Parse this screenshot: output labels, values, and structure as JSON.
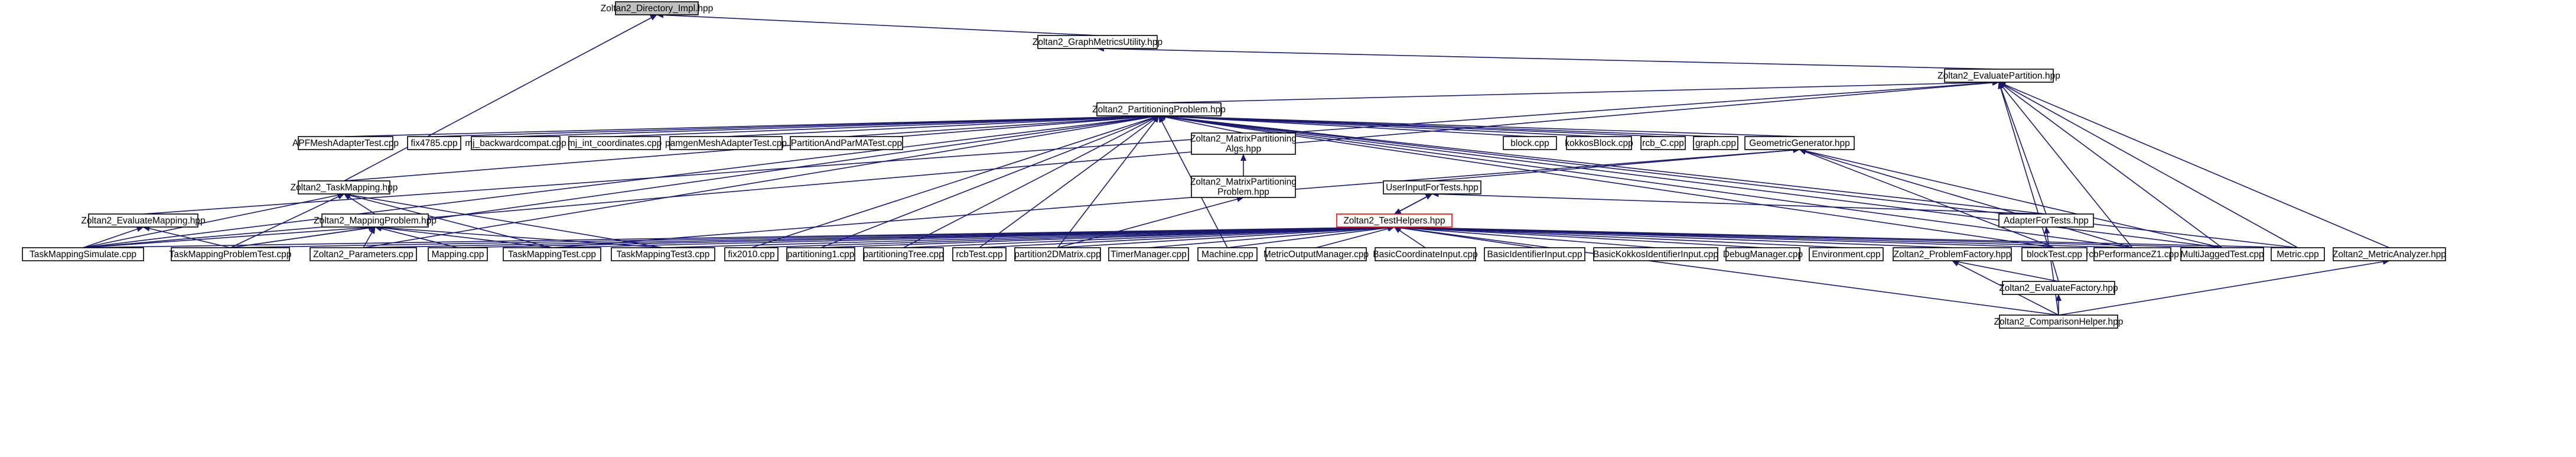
{
  "graph": {
    "edge_color": "#191970",
    "root_fill": "#bfbfbf",
    "nodes": [
      {
        "id": "root",
        "label": "Zoltan2_Directory_Impl.hpp",
        "style": "root"
      },
      {
        "id": "gmu",
        "label": "Zoltan2_GraphMetricsUtility.hpp"
      },
      {
        "id": "ep",
        "label": "Zoltan2_EvaluatePartition.hpp"
      },
      {
        "id": "pp",
        "label": "Zoltan2_PartitioningProblem.hpp"
      },
      {
        "id": "apf",
        "label": "APFMeshAdapterTest.cpp"
      },
      {
        "id": "fix",
        "label": "fix4785.cpp"
      },
      {
        "id": "mjb",
        "label": "mj_backwardcompat.cpp"
      },
      {
        "id": "mji",
        "label": "mj_int_coordinates.cpp"
      },
      {
        "id": "pam",
        "label": "pamgenMeshAdapterTest.cpp"
      },
      {
        "id": "pap",
        "label": "PartitionAndParMATest.cpp"
      },
      {
        "id": "mpa",
        "label": "Zoltan2_MatrixPartitioning Algs.hpp"
      },
      {
        "id": "blk",
        "label": "block.cpp"
      },
      {
        "id": "kb",
        "label": "kokkosBlock.cpp"
      },
      {
        "id": "rcbc",
        "label": "rcb_C.cpp"
      },
      {
        "id": "grp",
        "label": "graph.cpp"
      },
      {
        "id": "gg",
        "label": "GeometricGenerator.hpp"
      },
      {
        "id": "mpp",
        "label": "Zoltan2_MatrixPartitioning Problem.hpp"
      },
      {
        "id": "tm",
        "label": "Zoltan2_TaskMapping.hpp"
      },
      {
        "id": "uit",
        "label": "UserInputForTests.hpp"
      },
      {
        "id": "aft",
        "label": "AdapterForTests.hpp"
      },
      {
        "id": "em",
        "label": "Zoltan2_EvaluateMapping.hpp"
      },
      {
        "id": "mp",
        "label": "Zoltan2_MappingProblem.hpp"
      },
      {
        "id": "th",
        "label": "Zoltan2_TestHelpers.hpp",
        "style": "red"
      },
      {
        "id": "tms",
        "label": "TaskMappingSimulate.cpp"
      },
      {
        "id": "tmpt",
        "label": "TaskMappingProblemTest.cpp"
      },
      {
        "id": "par",
        "label": "Zoltan2_Parameters.cpp"
      },
      {
        "id": "map",
        "label": "Mapping.cpp"
      },
      {
        "id": "tmt",
        "label": "TaskMappingTest.cpp"
      },
      {
        "id": "tmt3",
        "label": "TaskMappingTest3.cpp"
      },
      {
        "id": "f2010",
        "label": "fix2010.cpp"
      },
      {
        "id": "p1",
        "label": "partitioning1.cpp"
      },
      {
        "id": "ptree",
        "label": "partitioningTree.cpp"
      },
      {
        "id": "rcbt",
        "label": "rcbTest.cpp"
      },
      {
        "id": "p2d",
        "label": "partition2DMatrix.cpp"
      },
      {
        "id": "tmgr",
        "label": "TimerManager.cpp"
      },
      {
        "id": "mach",
        "label": "Machine.cpp"
      },
      {
        "id": "mom",
        "label": "MetricOutputManager.cpp"
      },
      {
        "id": "bci",
        "label": "BasicCoordinateInput.cpp"
      },
      {
        "id": "bii",
        "label": "BasicIdentifierInput.cpp"
      },
      {
        "id": "bkii",
        "label": "BasicKokkosIdentifierInput.cpp"
      },
      {
        "id": "dm",
        "label": "DebugManager.cpp"
      },
      {
        "id": "env",
        "label": "Environment.cpp"
      },
      {
        "id": "pf",
        "label": "Zoltan2_ProblemFactory.hpp"
      },
      {
        "id": "blkt",
        "label": "blockTest.cpp"
      },
      {
        "id": "rcbp",
        "label": "rcbPerformanceZ1.cpp"
      },
      {
        "id": "mjt",
        "label": "MultiJaggedTest.cpp"
      },
      {
        "id": "met",
        "label": "Metric.cpp"
      },
      {
        "id": "ma",
        "label": "Zoltan2_MetricAnalyzer.hpp"
      },
      {
        "id": "ef",
        "label": "Zoltan2_EvaluateFactory.hpp"
      },
      {
        "id": "ch",
        "label": "Zoltan2_ComparisonHelper.hpp"
      }
    ],
    "edges": [
      [
        "gmu",
        "root"
      ],
      [
        "tm",
        "root"
      ],
      [
        "ep",
        "gmu"
      ],
      [
        "pp",
        "ep"
      ],
      [
        "em",
        "ep"
      ],
      [
        "tms",
        "ep"
      ],
      [
        "aft",
        "ep"
      ],
      [
        "mjt",
        "ep"
      ],
      [
        "met",
        "ep"
      ],
      [
        "ma",
        "ep"
      ],
      [
        "rcbp",
        "ep"
      ],
      [
        "ef",
        "ep"
      ],
      [
        "apf",
        "pp"
      ],
      [
        "fix",
        "pp"
      ],
      [
        "mjb",
        "pp"
      ],
      [
        "mji",
        "pp"
      ],
      [
        "pam",
        "pp"
      ],
      [
        "pap",
        "pp"
      ],
      [
        "mpa",
        "pp"
      ],
      [
        "blk",
        "pp"
      ],
      [
        "kb",
        "pp"
      ],
      [
        "rcbc",
        "pp"
      ],
      [
        "grp",
        "pp"
      ],
      [
        "gg",
        "pp"
      ],
      [
        "tm",
        "pp"
      ],
      [
        "aft",
        "pp"
      ],
      [
        "par",
        "pp"
      ],
      [
        "tmpt",
        "pp"
      ],
      [
        "tms",
        "pp"
      ],
      [
        "f2010",
        "pp"
      ],
      [
        "p1",
        "pp"
      ],
      [
        "ptree",
        "pp"
      ],
      [
        "rcbt",
        "pp"
      ],
      [
        "p2d",
        "pp"
      ],
      [
        "mach",
        "pp"
      ],
      [
        "blkt",
        "pp"
      ],
      [
        "rcbp",
        "pp"
      ],
      [
        "mjt",
        "pp"
      ],
      [
        "met",
        "pp"
      ],
      [
        "mpp",
        "mpa"
      ],
      [
        "p2d",
        "mpp"
      ],
      [
        "uit",
        "gg"
      ],
      [
        "blkt",
        "gg"
      ],
      [
        "rcbp",
        "gg"
      ],
      [
        "mjt",
        "gg"
      ],
      [
        "tmt",
        "gg"
      ],
      [
        "mp",
        "tm"
      ],
      [
        "tms",
        "tm"
      ],
      [
        "tmpt",
        "tm"
      ],
      [
        "tmt",
        "tm"
      ],
      [
        "tmt3",
        "tm"
      ],
      [
        "th",
        "uit"
      ],
      [
        "aft",
        "uit"
      ],
      [
        "uit",
        "th"
      ],
      [
        "tms",
        "em"
      ],
      [
        "tmpt",
        "em"
      ],
      [
        "tms",
        "mp"
      ],
      [
        "tmpt",
        "mp"
      ],
      [
        "par",
        "mp"
      ],
      [
        "map",
        "mp"
      ],
      [
        "tmt",
        "mp"
      ],
      [
        "tmt3",
        "mp"
      ],
      [
        "tms",
        "th"
      ],
      [
        "tmpt",
        "th"
      ],
      [
        "par",
        "th"
      ],
      [
        "map",
        "th"
      ],
      [
        "tmt",
        "th"
      ],
      [
        "tmt3",
        "th"
      ],
      [
        "f2010",
        "th"
      ],
      [
        "p1",
        "th"
      ],
      [
        "ptree",
        "th"
      ],
      [
        "rcbt",
        "th"
      ],
      [
        "p2d",
        "th"
      ],
      [
        "tmgr",
        "th"
      ],
      [
        "mach",
        "th"
      ],
      [
        "mom",
        "th"
      ],
      [
        "bci",
        "th"
      ],
      [
        "bii",
        "th"
      ],
      [
        "bkii",
        "th"
      ],
      [
        "dm",
        "th"
      ],
      [
        "env",
        "th"
      ],
      [
        "pf",
        "th"
      ],
      [
        "blkt",
        "th"
      ],
      [
        "rcbp",
        "th"
      ],
      [
        "mjt",
        "th"
      ],
      [
        "met",
        "th"
      ],
      [
        "ch",
        "th"
      ],
      [
        "ef",
        "pf"
      ],
      [
        "ch",
        "pf"
      ],
      [
        "ch",
        "ef"
      ],
      [
        "ch",
        "ma"
      ],
      [
        "ch",
        "aft"
      ]
    ]
  }
}
